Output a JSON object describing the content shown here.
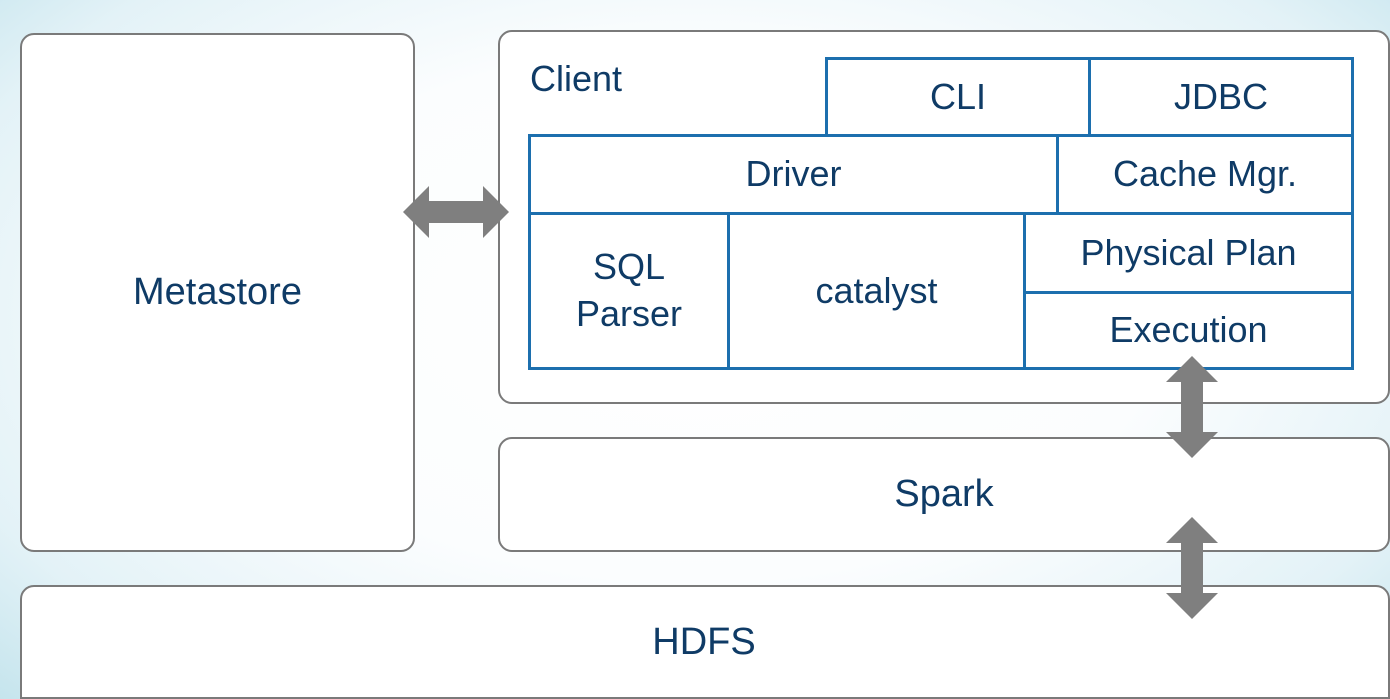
{
  "blocks": {
    "metastore": "Metastore",
    "client": "Client",
    "spark": "Spark",
    "hdfs": "HDFS"
  },
  "client_components": {
    "cli": "CLI",
    "jdbc": "JDBC",
    "driver": "Driver",
    "cache_mgr": "Cache Mgr.",
    "sql_parser_line1": "SQL",
    "sql_parser_line2": "Parser",
    "catalyst": "catalyst",
    "physical_plan": "Physical Plan",
    "execution": "Execution"
  },
  "colors": {
    "component_border": "#1c6fae",
    "text": "#0f3b66",
    "box_border": "#7a7a7a",
    "arrow": "#7f7f7f"
  }
}
